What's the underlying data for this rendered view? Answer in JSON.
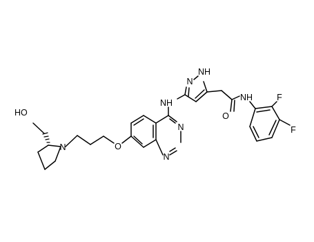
{
  "molecule": {
    "atom_labels": {
      "ho": "HO",
      "n_pyrrolidine": "N",
      "o_ether": "O",
      "n_quin_a": "N",
      "n_quin_b": "N",
      "nh_link": "NH",
      "n_pyrazole": "N",
      "nh_pyrazole": "NH",
      "o_carbonyl": "O",
      "nh_amide": "NH",
      "f_ortho": "F",
      "f_meta": "F"
    }
  }
}
